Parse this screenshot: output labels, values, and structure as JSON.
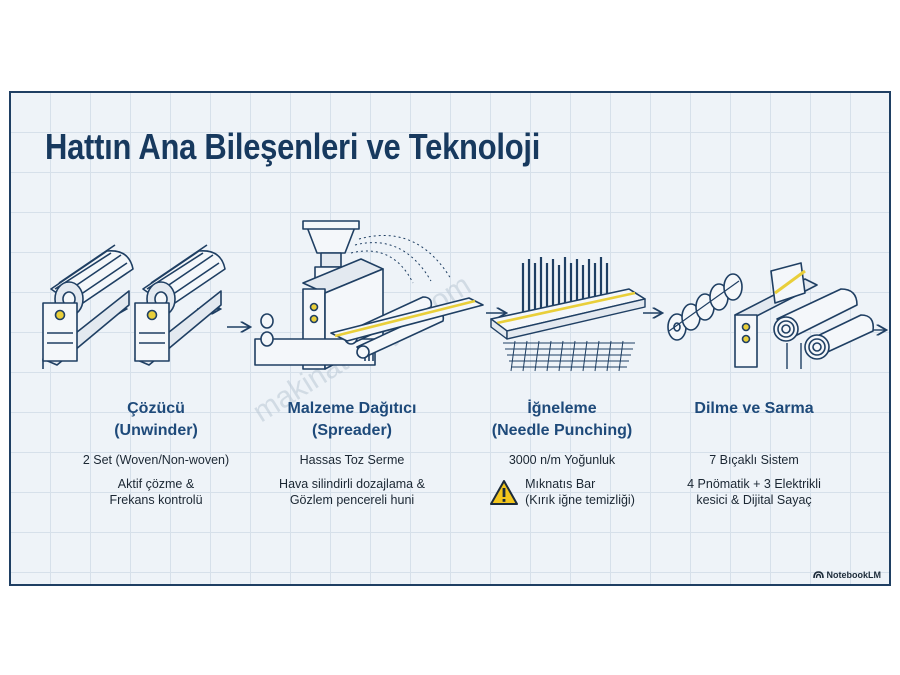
{
  "title": "Hattın Ana Bileşenleri ve Teknoloji",
  "watermark": "makinaturkiye.com",
  "brand": "NotebookLM",
  "colors": {
    "navy": "#17395e",
    "accent_yellow": "#e9cf3a",
    "grid": "#d6e0ea",
    "panel_bg": "#eef3f8"
  },
  "sections": [
    {
      "name": "Çözücü",
      "subname": "(Unwinder)",
      "spec1": "2 Set (Woven/Non-woven)",
      "spec2_line1": "Aktif çözme &",
      "spec2_line2": "Frekans kontrolü"
    },
    {
      "name": "Malzeme Dağıtıcı",
      "subname": "(Spreader)",
      "spec1": "Hassas Toz Serme",
      "spec2_line1": "Hava silindirli dozajlama &",
      "spec2_line2": "Gözlem pencereli huni"
    },
    {
      "name": "İğneleme",
      "subname": "(Needle Punching)",
      "spec1": "3000 n/m Yoğunluk",
      "warning_icon": "warning-triangle-icon",
      "warning_line1": "Mıknatıs Bar",
      "warning_line2": "(Kırık iğne temizliği)"
    },
    {
      "name": "Dilme ve Sarma",
      "subname": "",
      "spec1": "7 Bıçaklı Sistem",
      "spec2_line1": "4 Pnömatik + 3 Elektrikli",
      "spec2_line2": "kesici & Dijital Sayaç"
    }
  ]
}
